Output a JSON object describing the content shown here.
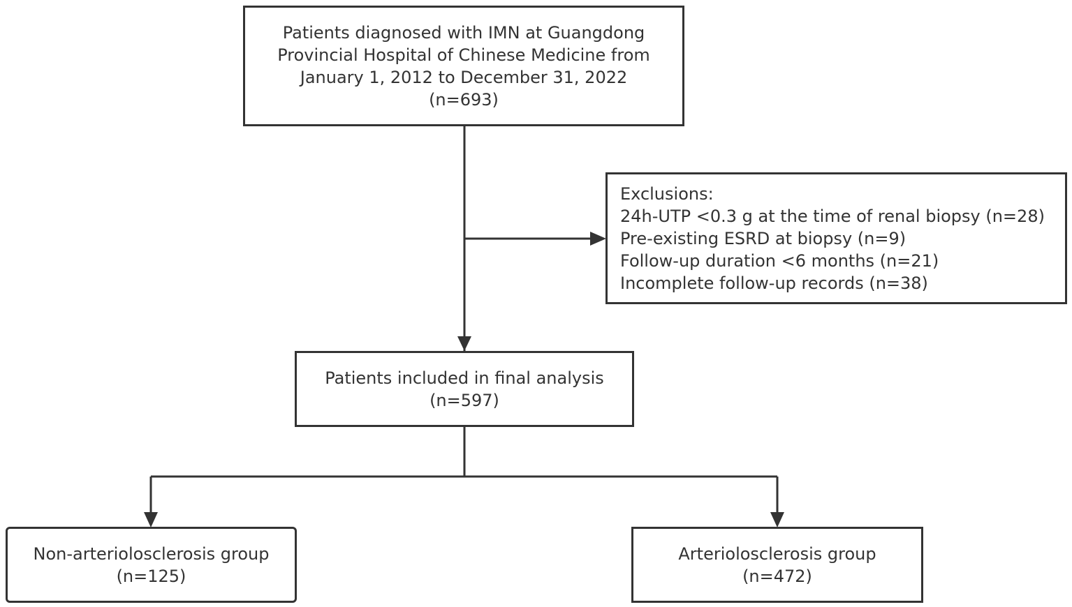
{
  "boxes": {
    "source": {
      "lines": [
        "Patients diagnosed with IMN at Guangdong",
        "Provincial Hospital of Chinese Medicine from",
        "January 1, 2012 to December 31, 2022",
        "(n=693)"
      ]
    },
    "exclusions": {
      "lines": [
        "Exclusions:",
        "24h-UTP <0.3 g at the time of renal biopsy (n=28)",
        "Pre-existing ESRD at biopsy (n=9)",
        "Follow-up duration <6 months (n=21)",
        "Incomplete follow-up records (n=38)"
      ]
    },
    "included": {
      "lines": [
        "Patients included in final analysis",
        "(n=597)"
      ]
    },
    "non_arteriolosclerosis": {
      "lines": [
        "Non-arteriolosclerosis group",
        "(n=125)"
      ]
    },
    "arteriolosclerosis": {
      "lines": [
        "Arteriolosclerosis group",
        "(n=472)"
      ]
    }
  },
  "colors": {
    "stroke": "#333333",
    "text": "#333333",
    "background": "#ffffff"
  }
}
